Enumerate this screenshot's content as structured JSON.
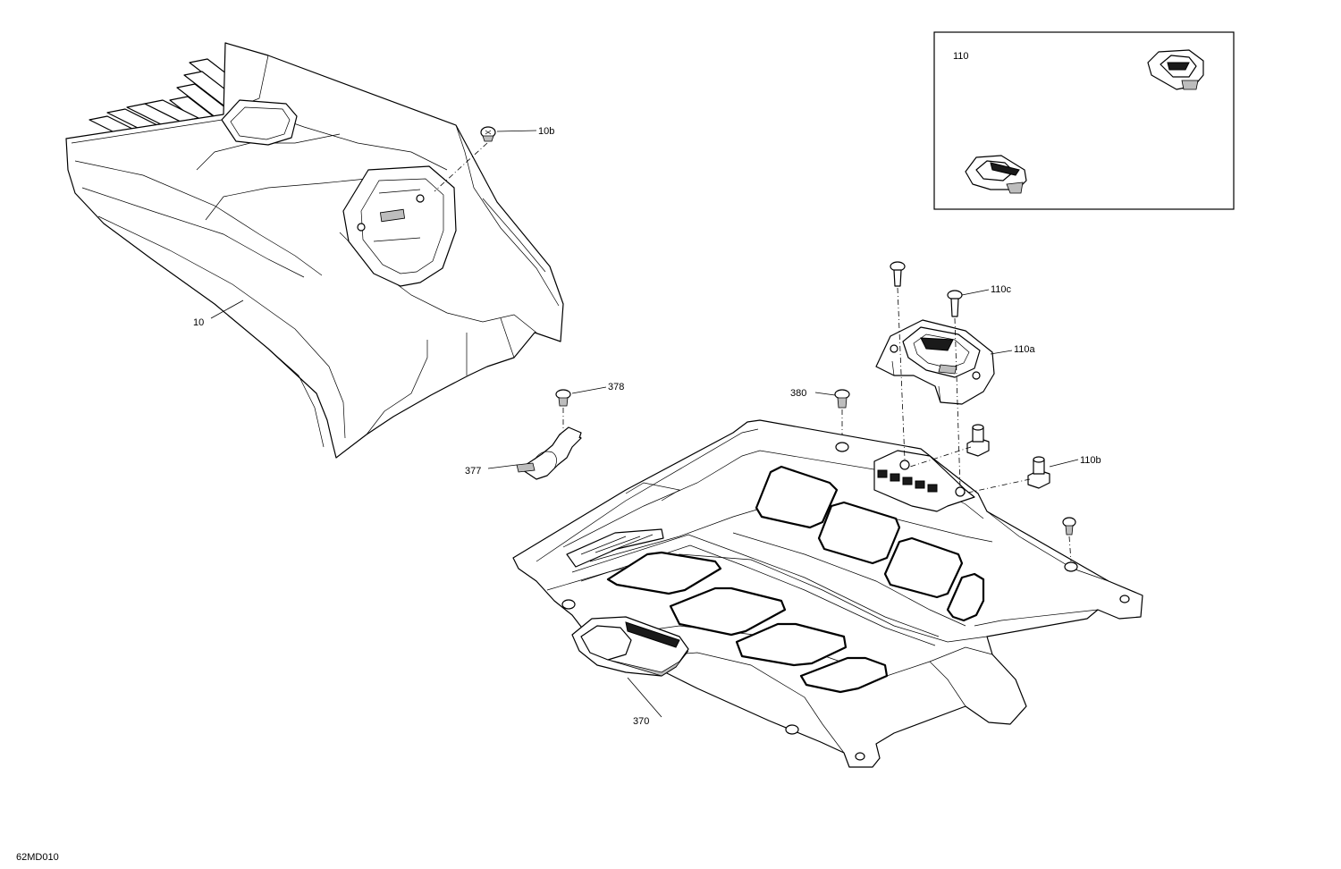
{
  "drawing_id": "62MD010",
  "callouts": {
    "c10": "10",
    "c10b": "10b",
    "c110": "110",
    "c110a": "110a",
    "c110b": "110b",
    "c110c": "110c",
    "c370": "370",
    "c377": "377",
    "c378": "378",
    "c380": "380"
  }
}
